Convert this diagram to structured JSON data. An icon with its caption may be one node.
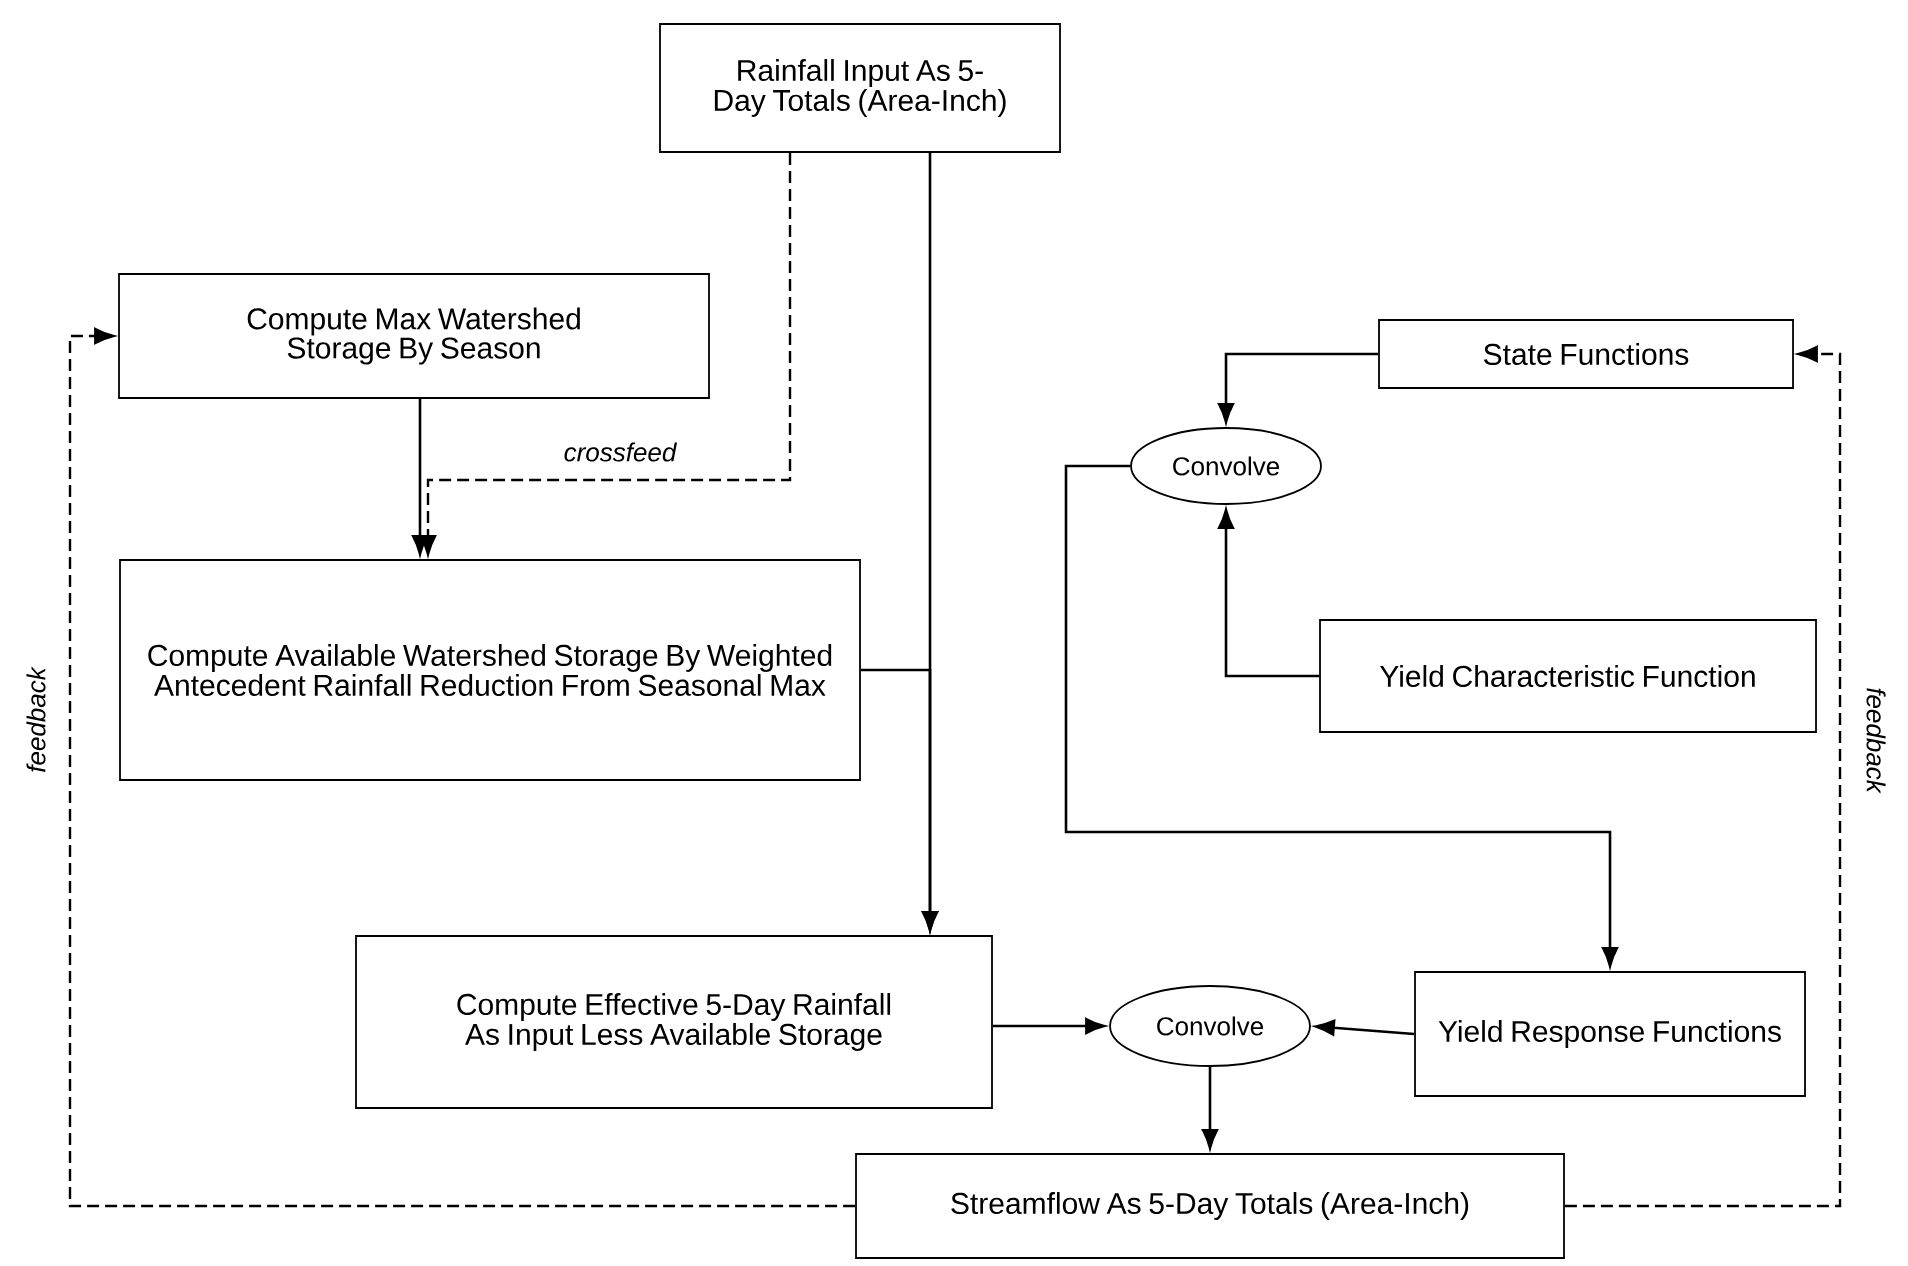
{
  "diagram": {
    "nodes": [
      {
        "text": [
          "Rainfall Input As 5-Day Totals (Area-Inch)"
        ]
      },
      {
        "text": [
          "Compute Max Watershed Storage By Season"
        ]
      },
      {
        "text": [
          "Compute Available Watershed Storage By Weighted Antecedent Rainfall Reduction From Seasonal Max"
        ]
      },
      {
        "text": [
          "State Functions"
        ]
      },
      {
        "text": [
          "Convolve"
        ]
      },
      {
        "text": [
          "Yield Characteristic Function"
        ]
      },
      {
        "text": [
          "Compute Effective 5-Day Rainfall As Input Less Available Storage"
        ]
      },
      {
        "text": [
          "Yield Response Functions"
        ]
      },
      {
        "text": [
          "Convolve"
        ]
      },
      {
        "text": [
          "Streamflow As 5-Day Totals (Area-Inch)"
        ]
      }
    ],
    "edges": [
      {
        "from": 0,
        "to": 2,
        "arrow": "to",
        "style": "dashed",
        "label": "crossfeed"
      },
      {
        "from": 1,
        "to": 2,
        "arrow": "to"
      },
      {
        "from": 0,
        "to": 6,
        "arrow": "to"
      },
      {
        "from": 2,
        "to": 6,
        "arrow": "to"
      },
      {
        "from": 3,
        "to": 4,
        "arrow": "to"
      },
      {
        "from": 5,
        "to": 4,
        "arrow": "to"
      },
      {
        "from": 4,
        "to": 7,
        "arrow": "to"
      },
      {
        "from": 6,
        "to": 8,
        "arrow": "to"
      },
      {
        "from": 7,
        "to": 8,
        "arrow": "to"
      },
      {
        "from": 8,
        "to": 9,
        "arrow": "to"
      },
      {
        "from": 9,
        "to": 1,
        "arrow": "to",
        "style": "dashed",
        "label": "feedback"
      },
      {
        "from": 9,
        "to": 3,
        "arrow": "to",
        "style": "dashed",
        "label": "feedback"
      }
    ]
  }
}
